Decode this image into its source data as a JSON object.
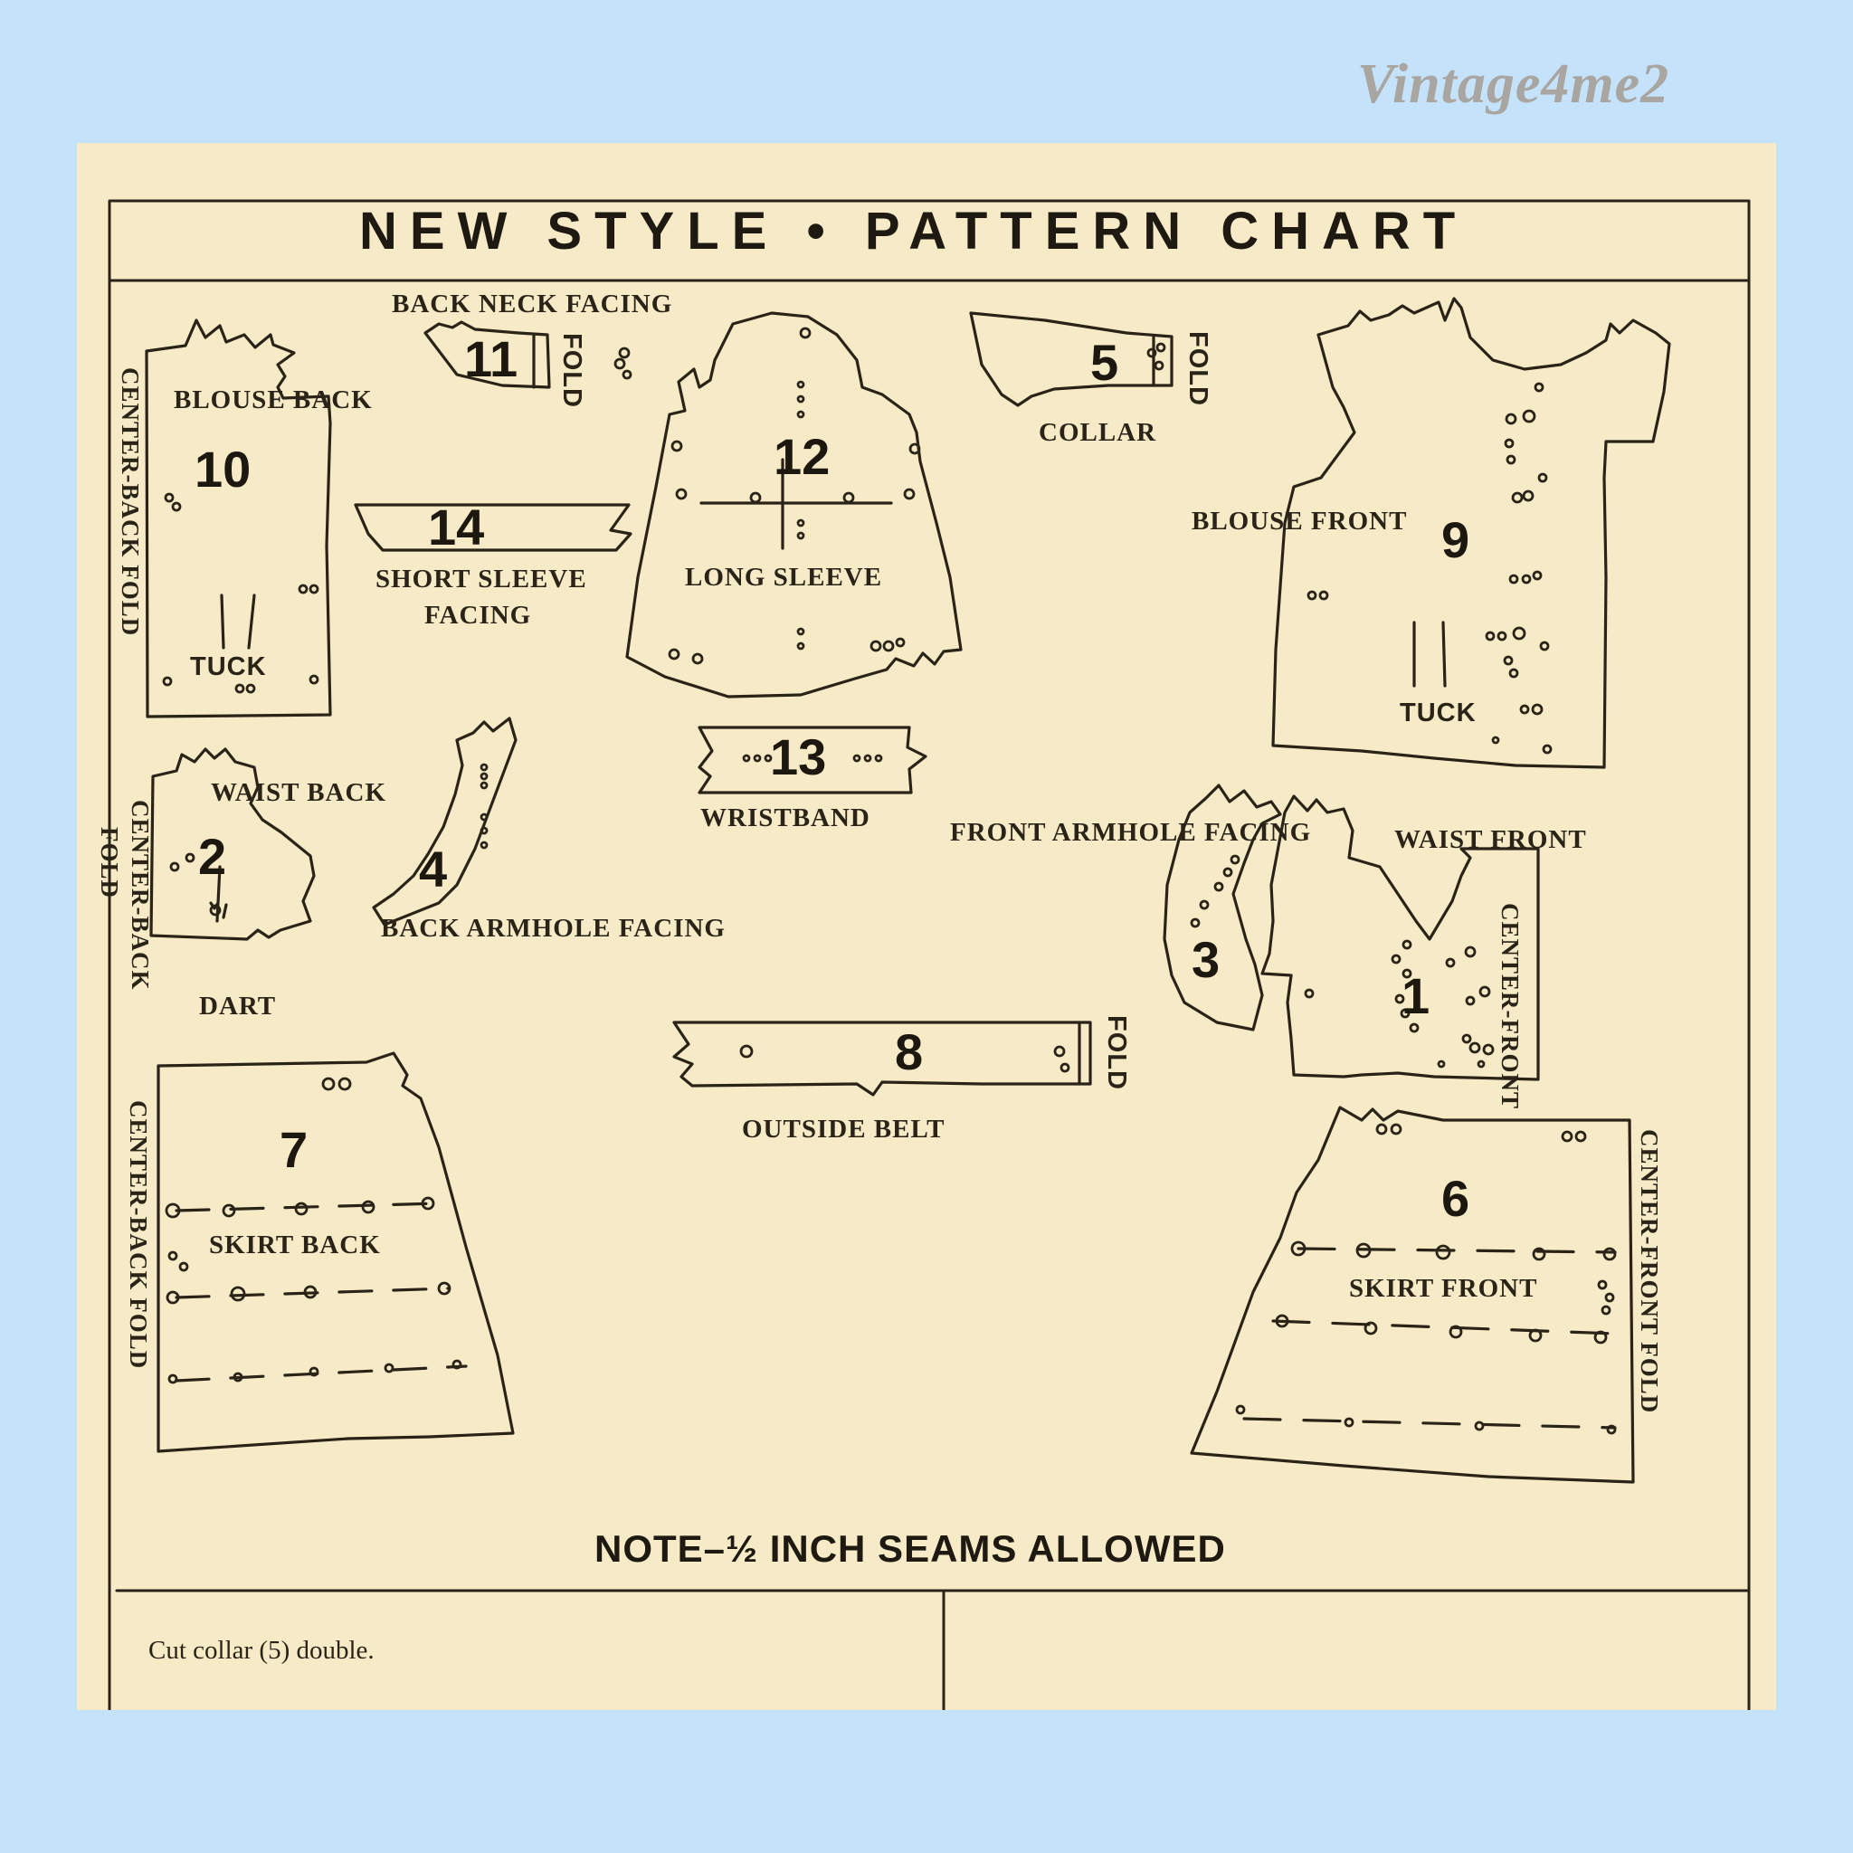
{
  "watermark": "Vintage4me2",
  "title": "NEW STYLE • PATTERN CHART",
  "note": "NOTE–½ INCH SEAMS ALLOWED",
  "instructions": [
    "Cut collar (5) double."
  ],
  "pieces": [
    {
      "number": "1",
      "labels": [
        "WAIST FRONT"
      ],
      "side": "CENTER-FRONT"
    },
    {
      "number": "2",
      "labels": [
        "WAIST BACK",
        "DART"
      ],
      "side": "CENTER-BACK",
      "fold": "FOLD"
    },
    {
      "number": "3",
      "labels": [
        "FRONT ARMHOLE FACING"
      ]
    },
    {
      "number": "4",
      "labels": [
        "BACK ARMHOLE FACING"
      ]
    },
    {
      "number": "5",
      "labels": [
        "COLLAR"
      ],
      "fold": "FOLD"
    },
    {
      "number": "6",
      "labels": [
        "SKIRT FRONT"
      ],
      "side": "CENTER-FRONT FOLD"
    },
    {
      "number": "7",
      "labels": [
        "SKIRT BACK"
      ],
      "side": "CENTER-BACK  FOLD"
    },
    {
      "number": "8",
      "labels": [
        "OUTSIDE BELT"
      ],
      "fold": "FOLD"
    },
    {
      "number": "9",
      "labels": [
        "BLOUSE  FRONT",
        "TUCK"
      ]
    },
    {
      "number": "10",
      "labels": [
        "BLOUSE BACK",
        "TUCK"
      ],
      "side": "CENTER-BACK FOLD"
    },
    {
      "number": "11",
      "labels": [
        "BACK NECK FACING"
      ],
      "fold": "FOLD"
    },
    {
      "number": "12",
      "labels": [
        "LONG SLEEVE"
      ]
    },
    {
      "number": "13",
      "labels": [
        "WRISTBAND"
      ]
    },
    {
      "number": "14",
      "labels": [
        "SHORT SLEEVE",
        "FACING"
      ]
    }
  ]
}
